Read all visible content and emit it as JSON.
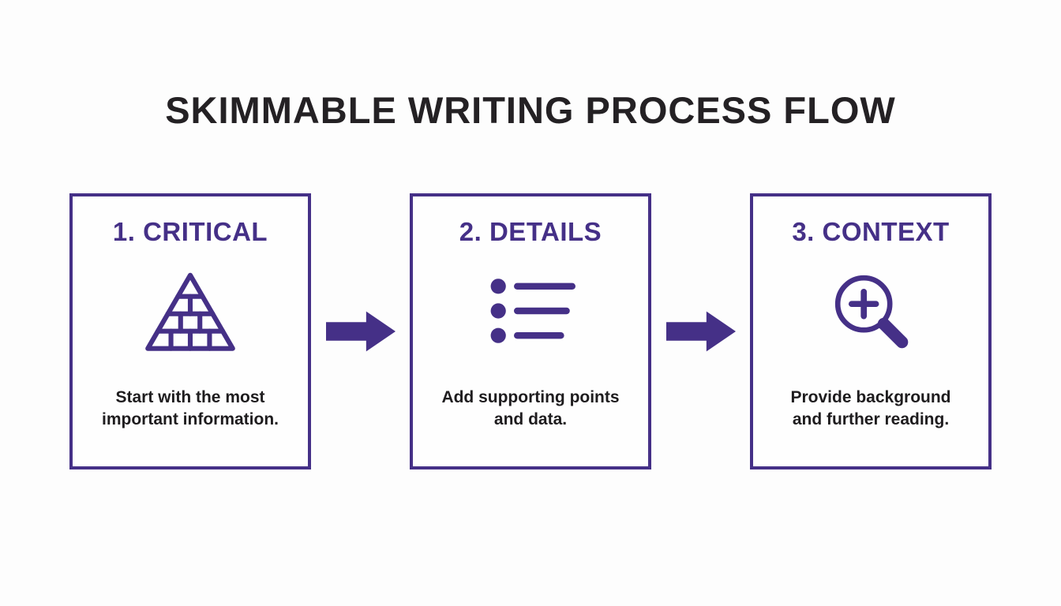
{
  "title": "SKIMMABLE WRITING PROCESS FLOW",
  "colors": {
    "accent": "#453087",
    "title_text": "#242124",
    "body_text": "#1e1c1e",
    "background": "#fdfdfd"
  },
  "steps": [
    {
      "heading": "1. CRITICAL",
      "icon": "pyramid-icon",
      "description": "Start with the most important information."
    },
    {
      "heading": "2. DETAILS",
      "icon": "list-icon",
      "description": "Add supporting points and data."
    },
    {
      "heading": "3. CONTEXT",
      "icon": "magnifier-plus-icon",
      "description": "Provide background and further reading."
    }
  ],
  "connectors": [
    {
      "icon": "arrow-right-icon"
    },
    {
      "icon": "arrow-right-icon"
    }
  ]
}
